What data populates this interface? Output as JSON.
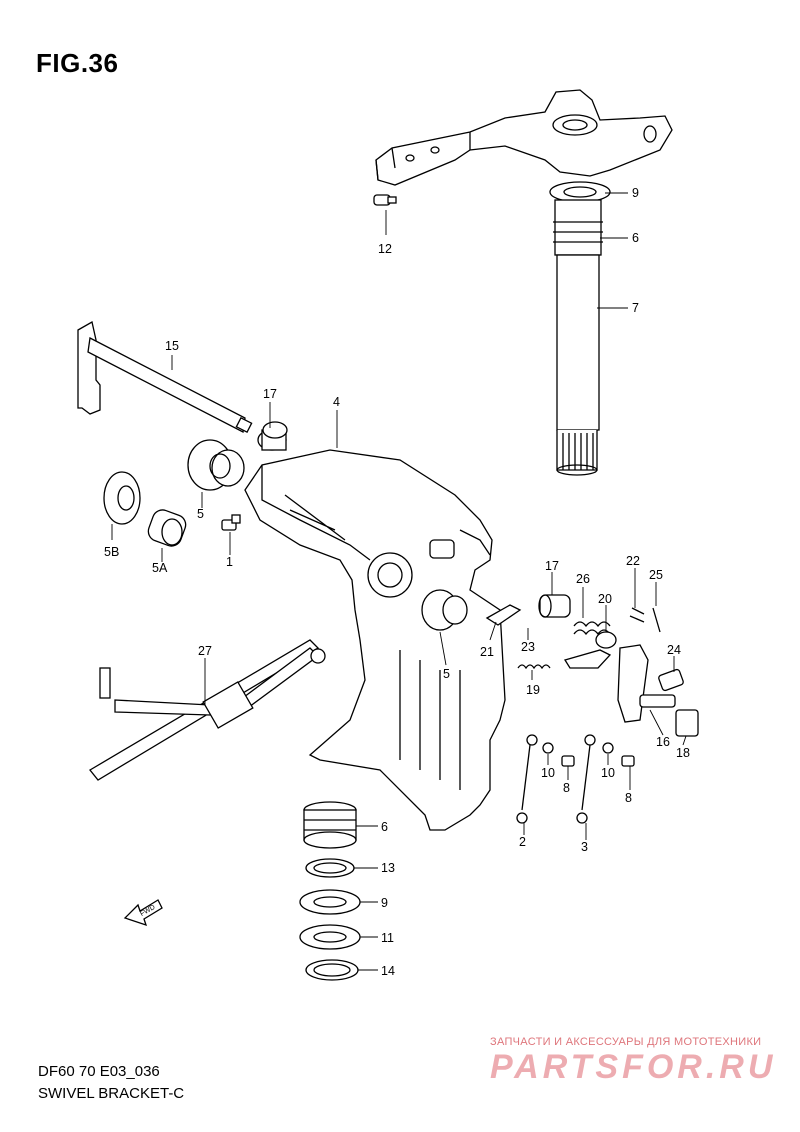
{
  "figure": {
    "title": "FIG.36",
    "model_code": "DF60 70 E03_036",
    "name": "SWIVEL BRACKET-C"
  },
  "watermark": {
    "top_line": "ЗАПЧАСТИ И АКСЕССУАРЫ ДЛЯ МОТОТЕХНИКИ",
    "brand": "PARTSFOR.RU"
  },
  "direction_arrow": {
    "label": "FWD"
  },
  "callouts": {
    "c12": "12",
    "c9a": "9",
    "c6a": "6",
    "c7": "7",
    "c15": "15",
    "c17a": "17",
    "c4": "4",
    "c5a": "5",
    "c5b": "5B",
    "c5c": "5A",
    "c1": "1",
    "c17b": "17",
    "c26": "26",
    "c22": "22",
    "c25": "25",
    "c20": "20",
    "c21": "21",
    "c23": "23",
    "c19": "19",
    "c5d": "5",
    "c24": "24",
    "c27": "27",
    "c16": "16",
    "c18": "18",
    "c10a": "10",
    "c8a": "8",
    "c10b": "10",
    "c8b": "8",
    "c2": "2",
    "c3": "3",
    "c6b": "6",
    "c13": "13",
    "c9b": "9",
    "c11": "11",
    "c14": "14"
  }
}
